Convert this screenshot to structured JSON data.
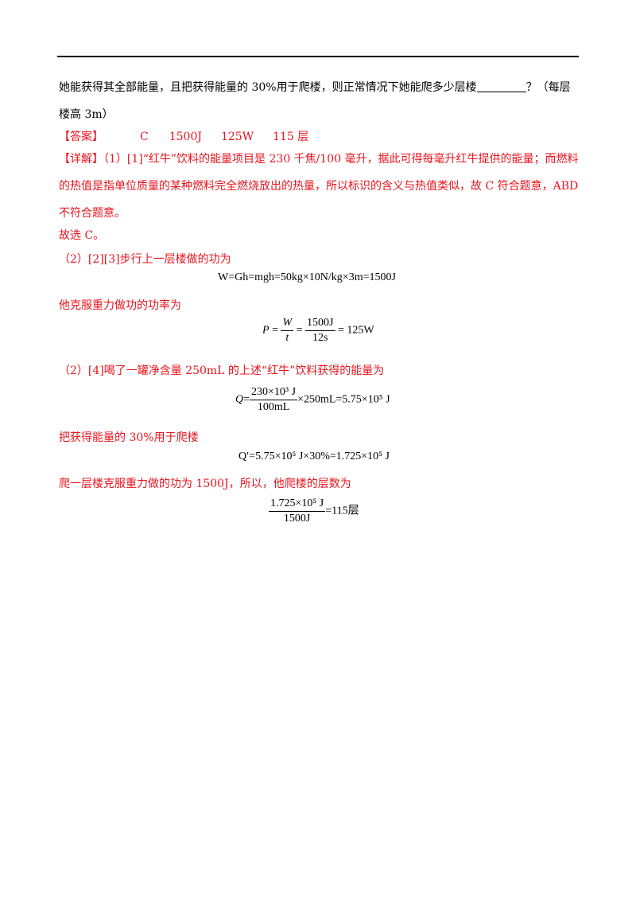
{
  "question": {
    "line1_a": "她能获得其全部能量，且把获得能量的 30%用于爬楼，则正常情况下她能爬多少层楼",
    "line1_b": "？（每层",
    "line2": "楼高 3m）"
  },
  "answer": {
    "label": "【答案】",
    "v1": "C",
    "v2": "1500J",
    "v3": "125W",
    "v4": "115 层"
  },
  "detail": {
    "label": "【详解】",
    "p1": "（1）[1]“红牛”饮料的能量项目是 230 千焦/100 毫升，据此可得每毫升红牛提供的能量；而燃料",
    "p2": "的热值是指单位质量的某种燃料完全燃烧放出的热量，所以标识的含义与热值类似，故 C 符合题意，ABD",
    "p3": "不符合题意。",
    "p4": "故选 C。",
    "p5": "（2）[2][3]步行上一层楼做的功为",
    "eq1": "W=Gh=mgh=50kg×10N/kg×3m=1500J",
    "p6": "他克服重力做功的功率为",
    "eq2": {
      "lhs": "P",
      "f1_num": "W",
      "f1_den": "t",
      "f2_num": "1500J",
      "f2_den": "12s",
      "rhs": "125W"
    },
    "p7": "（2）[4]喝了一罐净含量 250mL 的上述“红牛”饮料获得的能量为",
    "eq3": {
      "lhs": "Q",
      "num": "230×10³ J",
      "den": "100mL",
      "rhs": "×250mL=5.75×10⁵ J"
    },
    "p8": "把获得能量的 30%用于爬楼",
    "eq4": "Q′=5.75×10⁵ J×30%=1.725×10⁵ J",
    "p9": "爬一层楼克服重力做的功为 1500J，所以，他爬楼的层数为",
    "eq5": {
      "num": "1.725×10⁵ J",
      "den": "1500J",
      "rhs": "=115层"
    }
  }
}
